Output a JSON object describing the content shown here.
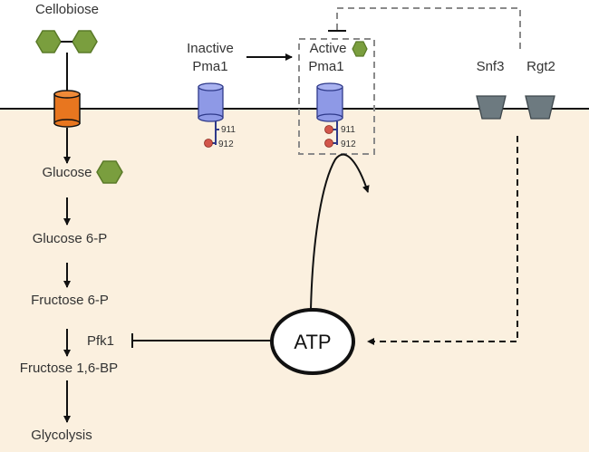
{
  "labels": {
    "cellobiose": "Cellobiose",
    "glucose": "Glucose",
    "glucose_6p": "Glucose 6-P",
    "fructose_6p": "Fructose 6-P",
    "pfk1": "Pfk1",
    "fructose_16bp": "Fructose 1,6-BP",
    "glycolysis": "Glycolysis",
    "inactive": "Inactive",
    "active": "Active",
    "pma1": "Pma1",
    "site_911": "911",
    "site_912": "912",
    "snf3": "Snf3",
    "rgt2": "Rgt2",
    "atp": "ATP"
  },
  "colors": {
    "cytoplasm": "#fbf0df",
    "transporter": "#e8761f",
    "pma1": "#8e99e6",
    "sugar": "#7a9e3e",
    "sensor": "#6d7a80",
    "phospho": "#d2564b",
    "dashed_box": "#8a8a8a"
  }
}
